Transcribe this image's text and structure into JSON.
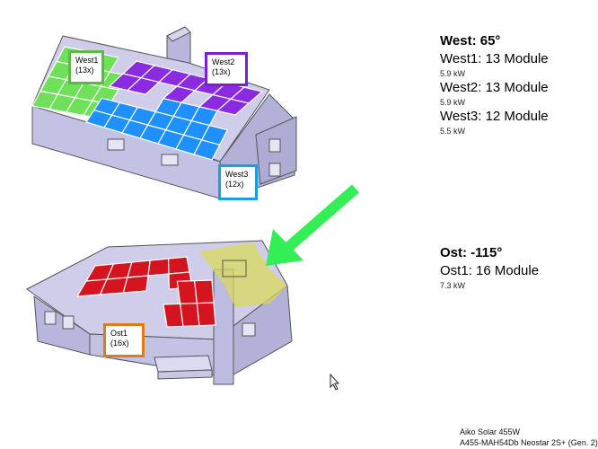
{
  "west": {
    "header": "West: 65°",
    "arrays": [
      {
        "name": "West1: 13 Module",
        "power": "5.9 kW"
      },
      {
        "name": "West2: 13 Module",
        "power": "5.9 kW"
      },
      {
        "name": "West3: 12 Module",
        "power": "5.5 kW"
      }
    ]
  },
  "ost": {
    "header": "Ost: -115°",
    "arrays": [
      {
        "name": "Ost1: 16 Module",
        "power": "7.3 kW"
      }
    ]
  },
  "roof_labels": {
    "west1": {
      "name": "West1",
      "count": "(13x)",
      "color": "#5fb845"
    },
    "west2": {
      "name": "West2",
      "count": "(13x)",
      "color": "#7a22c9"
    },
    "west3": {
      "name": "West3",
      "count": "(12x)",
      "color": "#1aa0e0"
    },
    "ost1": {
      "name": "Ost1",
      "count": "(16x)",
      "color": "#e07a1a"
    }
  },
  "footer": {
    "line1": "Aiko Solar 455W",
    "line2": "A455-MAH54Db Neostar 2S+ (Gen. 2)"
  },
  "colors": {
    "panel_green": "#6ee05a",
    "panel_purple": "#8a2be2",
    "panel_blue": "#1e90ff",
    "panel_red": "#d4141e",
    "house": "#c9c7e6",
    "arrow": "#33ee55",
    "highlight": "#d8da5a"
  }
}
